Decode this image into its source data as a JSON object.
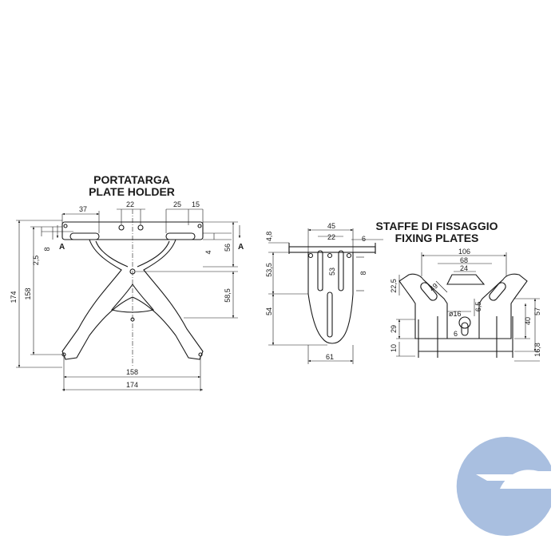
{
  "left_part": {
    "title_it": "PORTATARGA",
    "title_en": "PLATE HOLDER",
    "dims": {
      "top_37": "37",
      "top_22": "22",
      "top_25": "25",
      "top_15": "15",
      "side_8": "8",
      "side_2_5": "2,5",
      "side_158": "158",
      "side_174": "174",
      "right_4": "4",
      "right_56": "56",
      "right_58_5": "58,5",
      "bottom_158": "158",
      "bottom_174": "174"
    },
    "section_marker": "A"
  },
  "middle_part": {
    "dims": {
      "top_45": "45",
      "top_22": "22",
      "top_6": "6",
      "left_4_8": "4,8",
      "left_53_5": "53,5",
      "left_54": "54",
      "inner_53": "53",
      "right_8": "8",
      "bottom_61": "61"
    }
  },
  "right_part": {
    "title_it": "STAFFE DI FISSAGGIO",
    "title_en": "FIXING PLATES",
    "dims": {
      "top_106": "106",
      "top_68": "68",
      "top_24": "24",
      "left_22_5": "22,5",
      "angle_49": "49",
      "dia_16": "ø16",
      "d_6_5": "6,5",
      "d_6": "6",
      "left_29": "29",
      "left_10": "10",
      "right_57": "57",
      "right_40": "40",
      "right_16_8": "16,8"
    }
  },
  "colors": {
    "line": "#1a1a1a",
    "logo": "#a9bfe0"
  },
  "logo": {
    "icon": "company-logo-icon"
  }
}
